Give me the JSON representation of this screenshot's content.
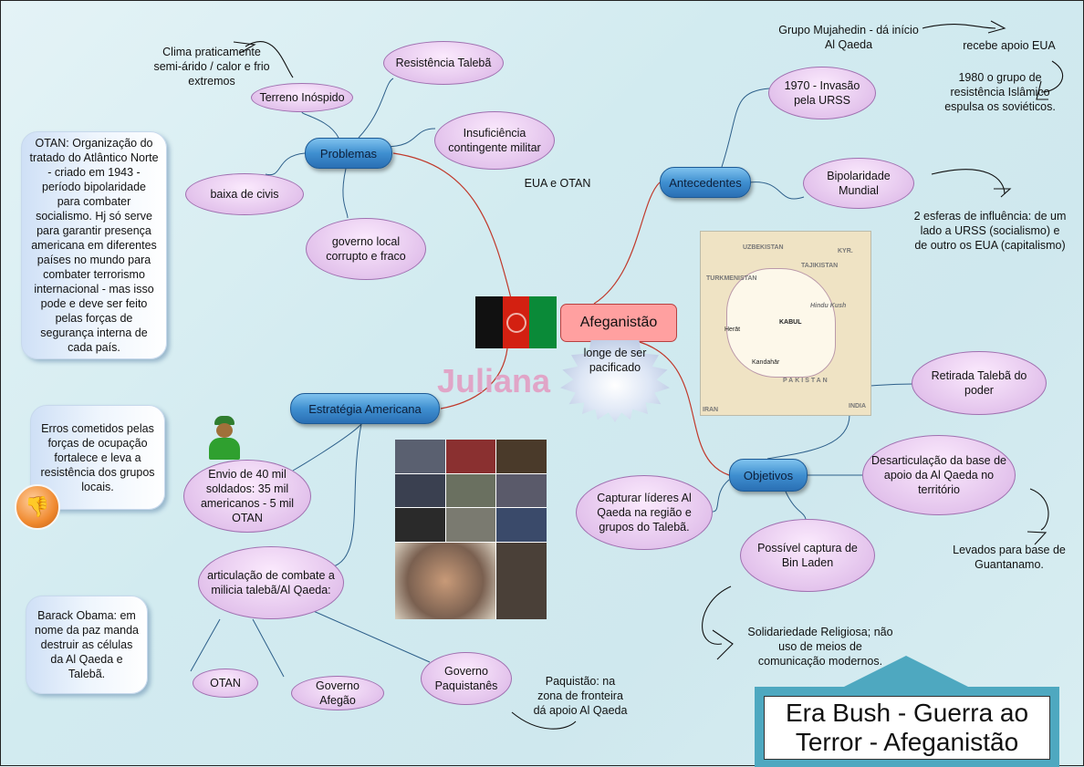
{
  "title": "Era Bush - Guerra ao Terror - Afeganistão",
  "watermark": "Juliana",
  "center": {
    "label": "Afeganistão",
    "callout": "longe de ser pacificado",
    "flag_icon": "afghanistan-flag"
  },
  "free_text": {
    "eua_otan": "EUA e OTAN"
  },
  "problemas": {
    "label": "Problemas",
    "items": [
      "Terreno Inóspido",
      "Resistência Talebã",
      "Insuficiência contingente militar",
      "baixa de civis",
      "governo local corrupto e fraco"
    ],
    "clima_note": "Clima praticamente semi-árido / calor e frio extremos"
  },
  "antecedentes": {
    "label": "Antecedentes",
    "items": [
      "1970 - Invasão pela URSS",
      "Bipolaridade Mundial"
    ],
    "notes": {
      "mujahedin": "Grupo Mujahedin - dá início Al Qaeda",
      "apoio": "recebe apoio EUA",
      "expulsa": "1980 o grupo de resistência Islâmico espulsa os soviéticos.",
      "esferas": "2 esferas de influência: de um lado a URSS (socialismo) e de outro os EUA (capitalismo)"
    }
  },
  "map": {
    "labels": [
      "UZBEKISTAN",
      "KYR.",
      "TAJIKISTAN",
      "TURKMENISTAN",
      "KABUL",
      "Herāt",
      "Kandahār",
      "PAKISTAN",
      "IRAN",
      "INDIA",
      "Hindu Kush"
    ]
  },
  "objetivos": {
    "label": "Objetivos",
    "items": [
      "Retirada Talebã do poder",
      "Desarticulação da base de apoio da Al Qaeda no território",
      "Capturar líderes Al Qaeda na região e grupos do Talebã.",
      "Possível captura de Bin Laden"
    ],
    "notes": {
      "guantanamo": "Levados para base de Guantanamo.",
      "solidariedade": "Solidariedade Religiosa; não uso de meios de comunicação modernos."
    }
  },
  "estrategia": {
    "label": "Estratégia Americana",
    "envio": "Envio de 40 mil soldados: 35 mil americanos - 5 mil OTAN",
    "articulacao": "articulação de combate a milicia talebã/Al Qaeda:",
    "sub": [
      "OTAN",
      "Governo Afegão",
      "Governo Paquistanês"
    ],
    "paquistao_note": "Paquistão: na zona de fronteira dá apoio Al Qaeda"
  },
  "cards": {
    "otan": "OTAN: Organização do tratado do Atlântico Norte - criado em 1943 - período bipolaridade para combater socialismo. Hj só serve para garantir presença americana em diferentes países no mundo para combater terrorismo internacional - mas isso pode e deve ser feito pelas forças de segurança interna de cada país.",
    "erros": "Erros cometidos pelas forças de ocupação fortalece e leva a resistência dos grupos locais.",
    "obama": "Barack Obama: em nome da paz manda destruir as células da Al Qaeda e Talebã."
  },
  "colors": {
    "pill": "#3f8fd0",
    "ellipse": "#e3c3ec",
    "center": "#ff9f9f",
    "title_frame": "#4ea8c0"
  }
}
